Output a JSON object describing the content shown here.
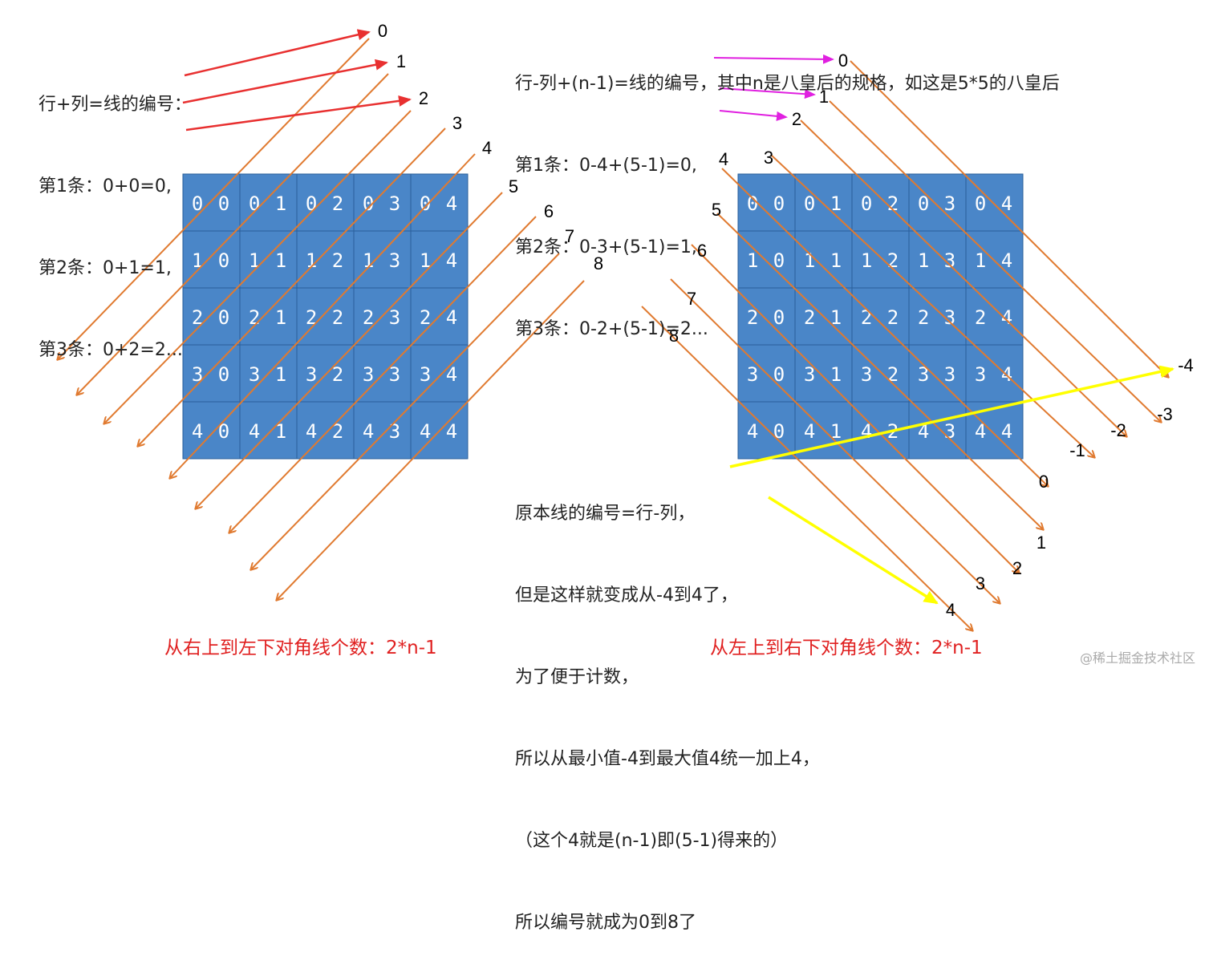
{
  "left_grid": {
    "cells": [
      [
        "0 0",
        "0 1",
        "0 2",
        "0 3",
        "0 4"
      ],
      [
        "1 0",
        "1 1",
        "1 2",
        "1 3",
        "1 4"
      ],
      [
        "2 0",
        "2 1",
        "2 2",
        "2 3",
        "2 4"
      ],
      [
        "3 0",
        "3 1",
        "3 2",
        "3 3",
        "3 4"
      ],
      [
        "4 0",
        "4 1",
        "4 2",
        "4 3",
        "4 4"
      ]
    ],
    "line_labels": [
      "0",
      "1",
      "2",
      "3",
      "4",
      "5",
      "6",
      "7",
      "8"
    ]
  },
  "right_grid": {
    "cells": [
      [
        "0 0",
        "0 1",
        "0 2",
        "0 3",
        "0 4"
      ],
      [
        "1 0",
        "1 1",
        "1 2",
        "1 3",
        "1 4"
      ],
      [
        "2 0",
        "2 1",
        "2 2",
        "2 3",
        "2 4"
      ],
      [
        "3 0",
        "3 1",
        "3 2",
        "3 3",
        "3 4"
      ],
      [
        "4 0",
        "4 1",
        "4 2",
        "4 3",
        "4 4"
      ]
    ],
    "start_labels": [
      "0",
      "1",
      "2",
      "3",
      "4",
      "5",
      "6",
      "7",
      "8"
    ],
    "end_labels": [
      "-4",
      "-3",
      "-2",
      "-1",
      "0",
      "1",
      "2",
      "3",
      "4"
    ]
  },
  "left_note": {
    "l1": "行+列=线的编号：",
    "l2": "第1条：0+0=0,",
    "l3": "第2条：0+1=1,",
    "l4": "第3条：0+2=2..."
  },
  "right_note": {
    "l1": "行-列+(n-1)=线的编号，其中n是八皇后的规格，如这是5*5的八皇后",
    "l2": "第1条：0-4+(5-1)=0,",
    "l3": "第2条：0-3+(5-1)=1,",
    "l4": "第3条：0-2+(5-1)=2..."
  },
  "bottom_note": {
    "l1": "原本线的编号=行-列，",
    "l2": "但是这样就变成从-4到4了，",
    "l3": "为了便于计数，",
    "l4": "所以从最小值-4到最大值4统一加上4，",
    "l5": "（这个4就是(n-1)即(5-1)得来的）",
    "l6": "所以编号就成为0到8了"
  },
  "captions": {
    "left": "从右上到左下对角线个数：2*n-1",
    "right": "从左上到右下对角线个数：2*n-1"
  },
  "watermark": "@稀土掘金技术社区",
  "colors": {
    "cell": "#4a86c8",
    "diagonal": "#e07a30",
    "red_arrow": "#e83030",
    "magenta_arrow": "#e020e0",
    "yellow_arrow": "#ffff00",
    "caption": "#e02020"
  }
}
